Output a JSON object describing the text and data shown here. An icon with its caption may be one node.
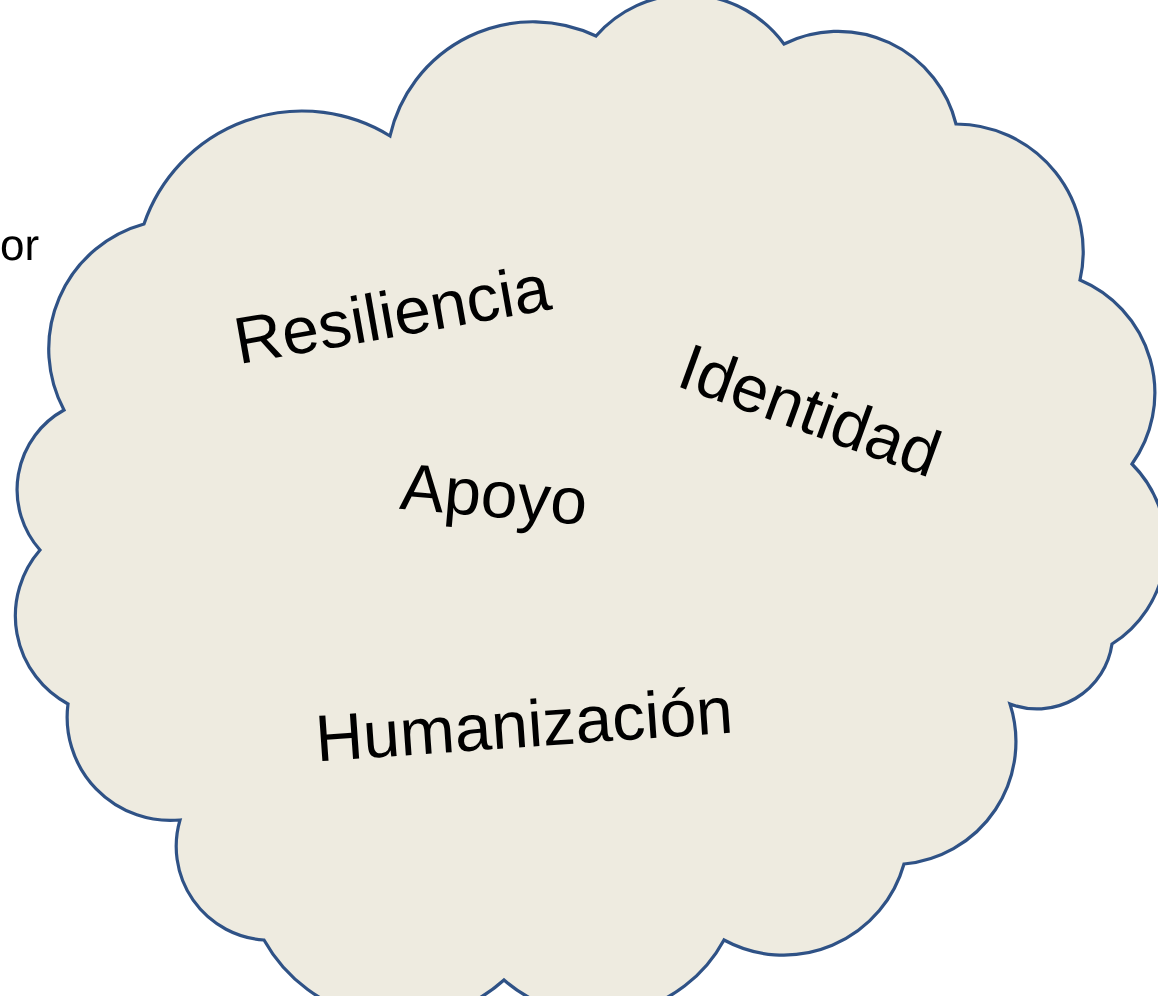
{
  "diagram": {
    "nodes": [
      {
        "text": [
          "Resiliencia",
          "Identidad",
          "Apoyo",
          "Humanización"
        ]
      }
    ],
    "edges": [],
    "labels": [
      "or"
    ]
  }
}
